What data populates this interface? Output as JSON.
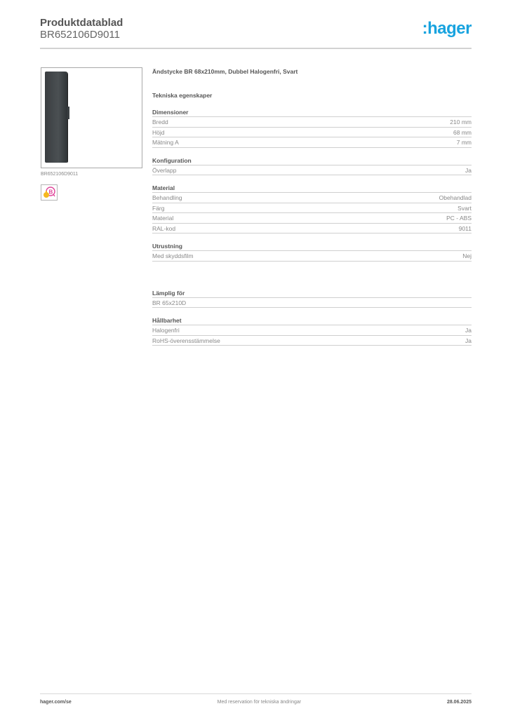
{
  "header": {
    "title": "Produktdatablad",
    "product_code": "BR652106D9011",
    "logo": ":hager",
    "logo_color": "#18a3df"
  },
  "sidebar": {
    "image_alt": "product-image",
    "image_caption": "BR652106D9011",
    "badge_icon": "halogen-free-badge-icon"
  },
  "main": {
    "product_name": "Ändstycke BR 68x210mm, Dubbel Halogenfri, Svart",
    "tech_heading": "Tekniska egenskaper",
    "sections": [
      {
        "title": "Dimensioner",
        "rows": [
          {
            "label": "Bredd",
            "value": "210 mm"
          },
          {
            "label": "Höjd",
            "value": "68 mm"
          },
          {
            "label": "Mätning A",
            "value": "7 mm"
          }
        ]
      },
      {
        "title": "Konfiguration",
        "rows": [
          {
            "label": "Överlapp",
            "value": "Ja"
          }
        ]
      },
      {
        "title": "Material",
        "rows": [
          {
            "label": "Behandling",
            "value": "Obehandlad"
          },
          {
            "label": "Färg",
            "value": "Svart"
          },
          {
            "label": "Material",
            "value": "PC - ABS"
          },
          {
            "label": "RAL-kod",
            "value": "9011"
          }
        ]
      },
      {
        "title": "Utrustning",
        "rows": [
          {
            "label": "Med skyddsfilm",
            "value": "Nej"
          }
        ]
      },
      {
        "title": "Lämplig för",
        "rows": [
          {
            "label": "BR 65x210D",
            "value": ""
          }
        ]
      },
      {
        "title": "Hållbarhet",
        "rows": [
          {
            "label": "Halogenfri",
            "value": "Ja"
          },
          {
            "label": "RoHS-överensstämmelse",
            "value": "Ja"
          }
        ]
      }
    ]
  },
  "footer": {
    "website": "hager.com/se",
    "disclaimer": "Med reservation för tekniska ändringar",
    "date": "28.06.2025"
  }
}
